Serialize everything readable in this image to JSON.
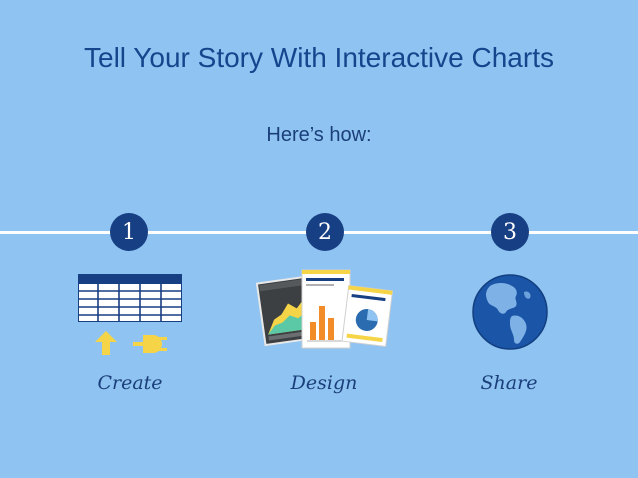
{
  "slide": {
    "title": "Tell Your Story With Interactive Charts",
    "subtitle": "Here’s how:"
  },
  "steps": [
    {
      "number": "1",
      "label": "Create",
      "icons": [
        "table-icon",
        "upload-arrow-icon",
        "plug-icon"
      ]
    },
    {
      "number": "2",
      "label": "Design",
      "icons": [
        "chart-thumbnails-icon"
      ]
    },
    {
      "number": "3",
      "label": "Share",
      "icons": [
        "globe-icon"
      ]
    }
  ],
  "colors": {
    "background": "#8fc3f1",
    "navy": "#173f83",
    "accent_yellow": "#f5d547",
    "timeline": "#ffffff"
  }
}
